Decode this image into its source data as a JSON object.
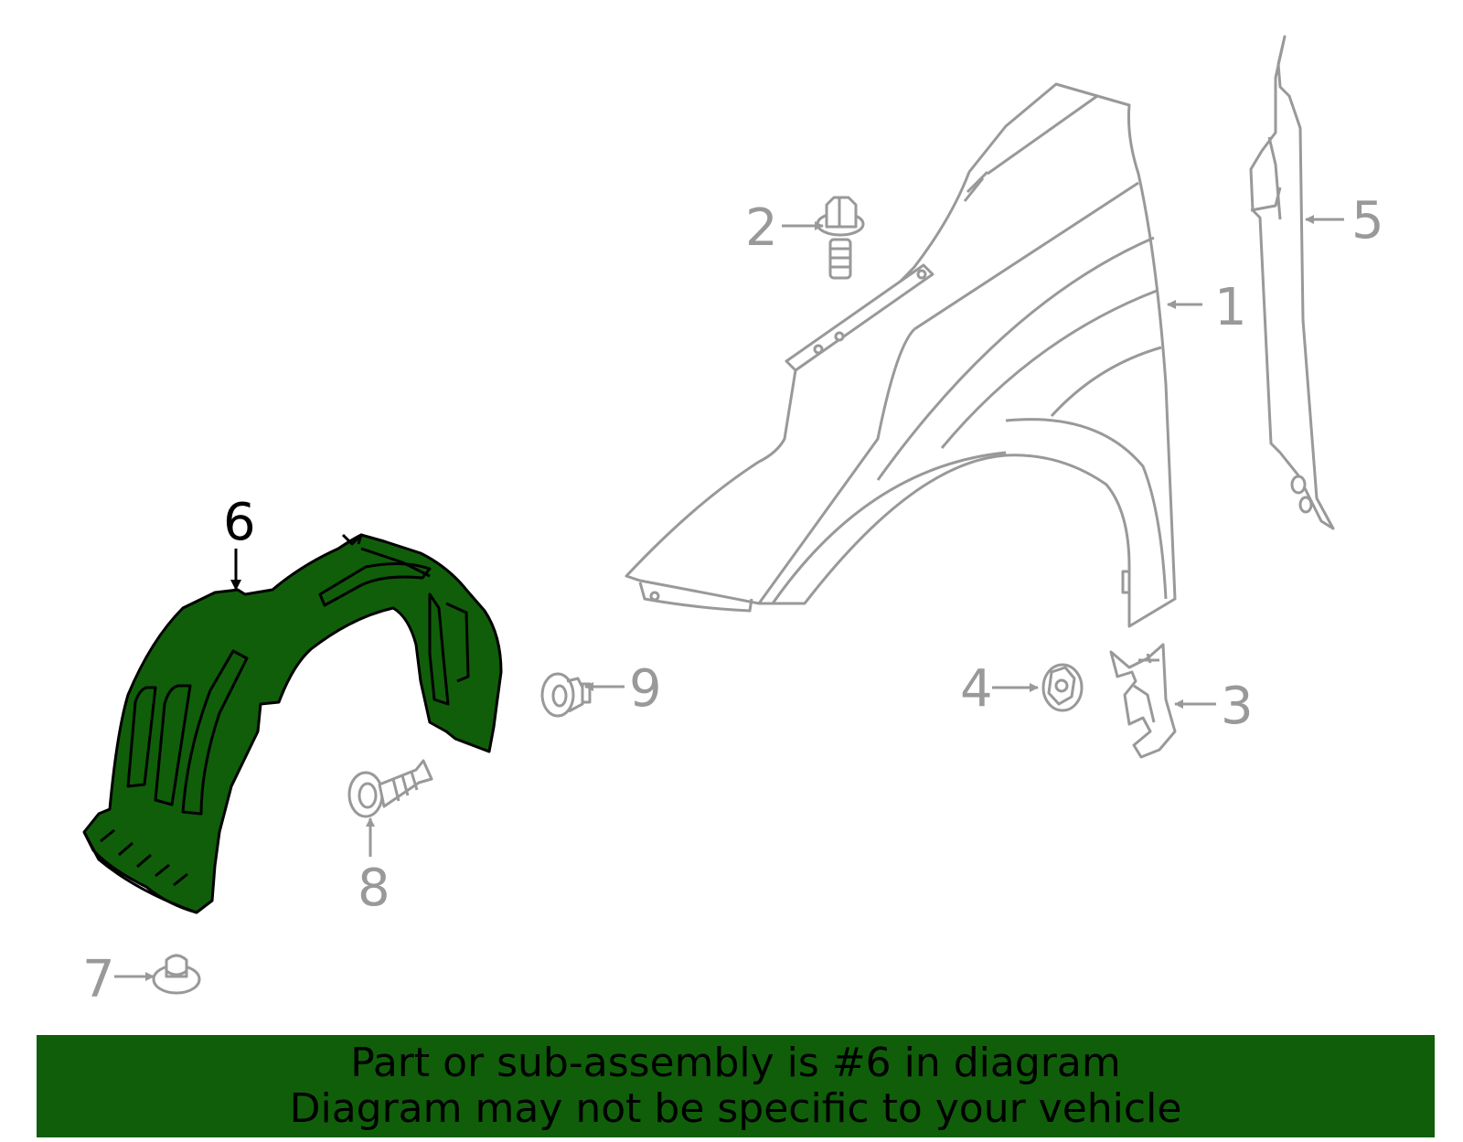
{
  "diagram": {
    "highlighted_part": "6",
    "colors": {
      "highlight_fill": "#105e0a",
      "highlight_stroke": "#000000",
      "part_stroke": "#999999",
      "banner_background": "#105e0a"
    },
    "callouts": [
      {
        "number": "1",
        "part": "fender"
      },
      {
        "number": "2",
        "part": "bolt"
      },
      {
        "number": "3",
        "part": "bracket"
      },
      {
        "number": "4",
        "part": "nut"
      },
      {
        "number": "5",
        "part": "fender-seal-strip"
      },
      {
        "number": "6",
        "part": "fender-liner",
        "highlighted": true
      },
      {
        "number": "7",
        "part": "push-clip"
      },
      {
        "number": "8",
        "part": "screw"
      },
      {
        "number": "9",
        "part": "clip"
      }
    ]
  },
  "banner": {
    "line1": "Part or sub-assembly is #6 in diagram",
    "line2": "Diagram may not be specific to your vehicle"
  }
}
